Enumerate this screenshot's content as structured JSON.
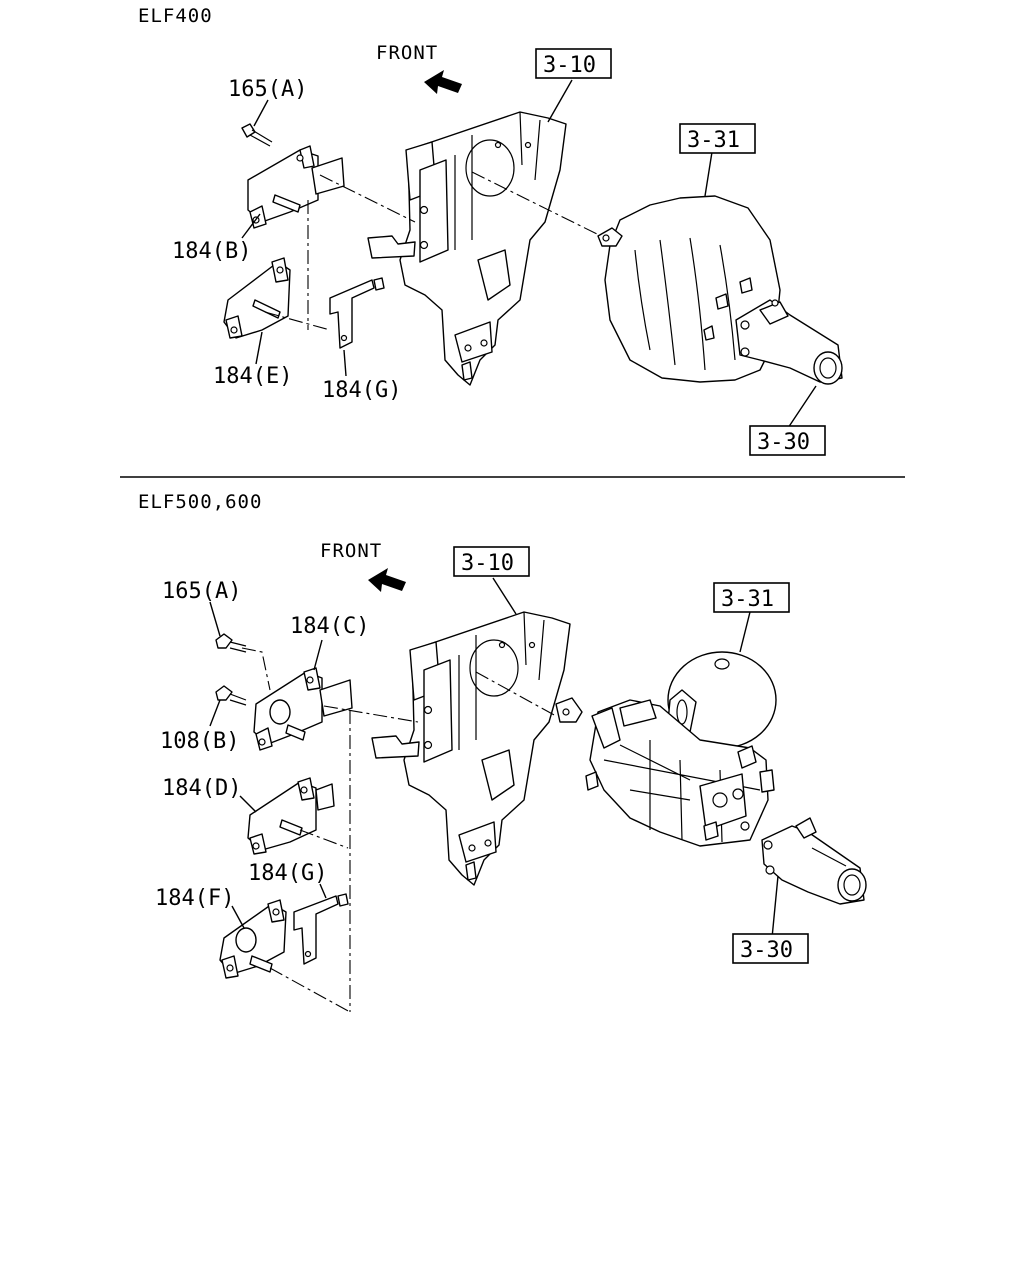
{
  "sections": [
    {
      "title": "ELF400",
      "front_label": "FRONT",
      "labels": {
        "bolt_a": "165(A)",
        "bracket_b": "184(B)",
        "bracket_e": "184(E)",
        "bracket_g": "184(G)"
      },
      "refs": {
        "pedal_bracket": "3-10",
        "brake_booster": "3-31",
        "master_cylinder": "3-30"
      }
    },
    {
      "title": "ELF500,600",
      "front_label": "FRONT",
      "labels": {
        "bolt_a": "165(A)",
        "bracket_c": "184(C)",
        "bolt_b": "108(B)",
        "bracket_d": "184(D)",
        "bracket_g": "184(G)",
        "bracket_f": "184(F)"
      },
      "refs": {
        "pedal_bracket": "3-10",
        "brake_booster": "3-31",
        "master_cylinder": "3-30"
      }
    }
  ]
}
